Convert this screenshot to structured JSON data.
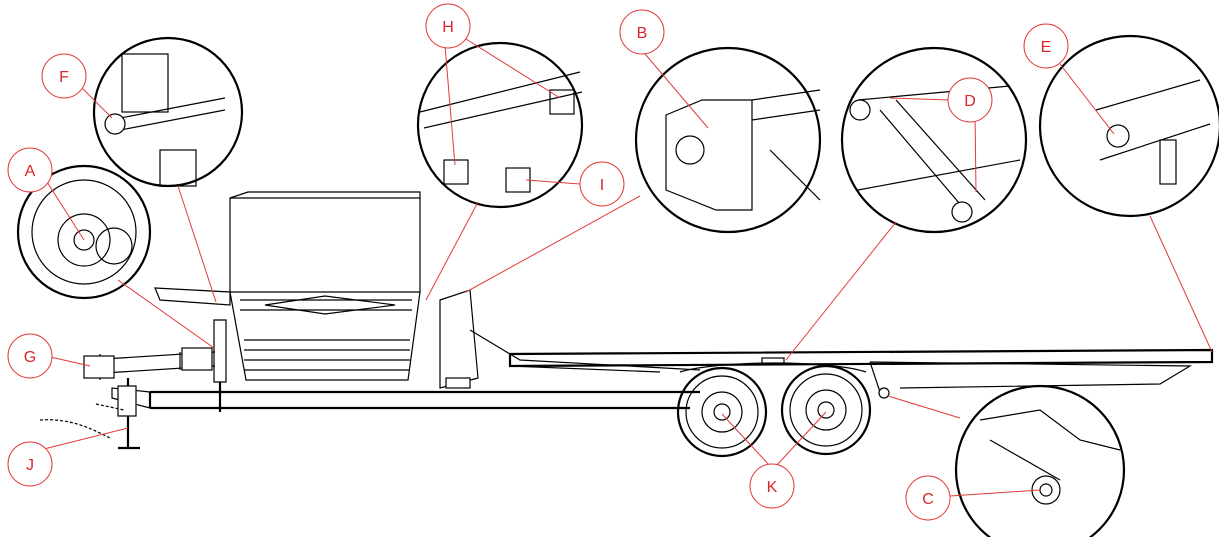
{
  "diagram": {
    "accent_color": "#d9262b",
    "line_color": "#000000",
    "callouts": [
      {
        "id": "A",
        "label": "A"
      },
      {
        "id": "B",
        "label": "B"
      },
      {
        "id": "C",
        "label": "C"
      },
      {
        "id": "D",
        "label": "D"
      },
      {
        "id": "E",
        "label": "E"
      },
      {
        "id": "F",
        "label": "F"
      },
      {
        "id": "G",
        "label": "G"
      },
      {
        "id": "H",
        "label": "H"
      },
      {
        "id": "I",
        "label": "I"
      },
      {
        "id": "J",
        "label": "J"
      },
      {
        "id": "K",
        "label": "K"
      }
    ]
  }
}
